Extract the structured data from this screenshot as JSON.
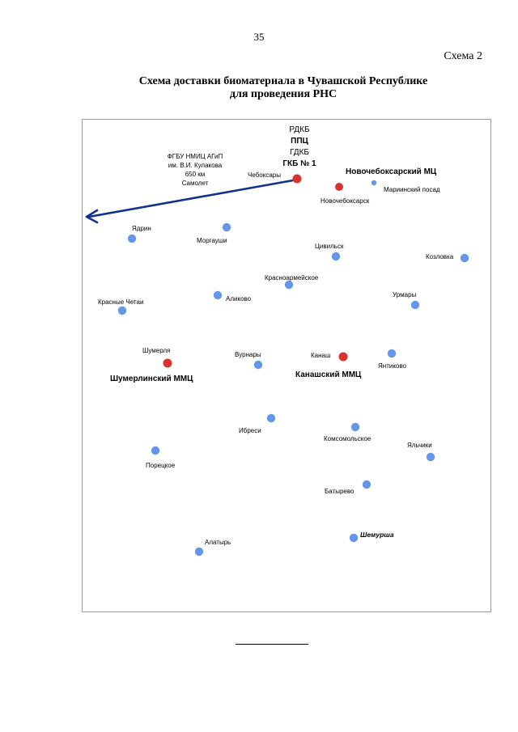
{
  "page": {
    "number": "35",
    "scheme_label": "Схема 2"
  },
  "title": {
    "line1": "Схема доставки биоматериала в Чувашской Республике",
    "line2": "для проведения РНС"
  },
  "colors": {
    "hub": "#d9322c",
    "settlement": "#6497ea",
    "route": "#12318c"
  },
  "map": {
    "center_labels": [
      "РДКБ",
      "ППЦ",
      "ГДКБ",
      "ГКБ № 1"
    ],
    "route_label": [
      "ФГБУ НМИЦ АГиП",
      "им. В.И. Кулакова",
      "650 км",
      "Самолет"
    ],
    "hubs": {
      "cheboksary": "Чебоксары",
      "novocheboksarsk": "Новочебоксарск",
      "novocheboksarsk_center": "Новочебоксарский МЦ",
      "shumerlya": "Шумерля",
      "shumerlya_center": "Шумерлинский ММЦ",
      "kanash": "Канаш",
      "kanash_center": "Канашский ММЦ"
    },
    "settlements": {
      "mariinsky_posad": "Мариинский посад",
      "yadrin": "Ядрин",
      "morgaushi": "Моргауши",
      "tsivilsk": "Цивильск",
      "kozlovka": "Козловка",
      "krasnoarmeyskoye": "Красноармейское",
      "alikovo": "Аликово",
      "krasnye_chetai": "Красные Четаи",
      "urmary": "Урмары",
      "vurnary": "Вурнары",
      "yantikovo": "Янтиково",
      "ibresi": "Ибреси",
      "komsomolskoye": "Комсомольское",
      "poretskoye": "Порецкое",
      "yalchiki": "Яльчики",
      "batyrevo": "Батырево",
      "shemursha": "Шемурша",
      "alatyr": "Алатырь"
    }
  }
}
